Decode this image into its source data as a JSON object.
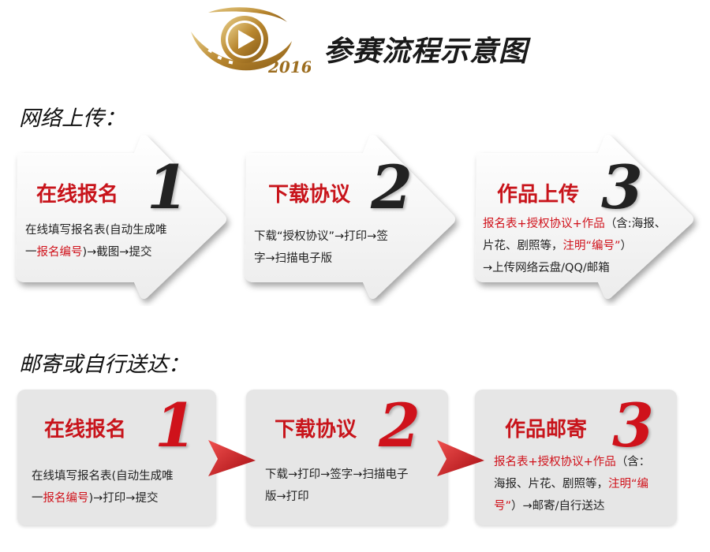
{
  "header": {
    "logo_year": "2016",
    "title": "参赛流程示意图"
  },
  "online": {
    "label": "网络上传：",
    "steps": [
      {
        "title": "在线报名",
        "number": "1",
        "desc_a": "在线填写报名表(自动生成唯",
        "desc_b": "一",
        "desc_b_red": "报名编号",
        "desc_c": ")→截图→提交"
      },
      {
        "title": "下载协议",
        "number": "2",
        "desc_a": "下载“授权协议”→打印→签",
        "desc_b": "字→扫描电子版"
      },
      {
        "title": "作品上传",
        "number": "3",
        "desc_a_red": "报名表+授权协议+作品",
        "desc_a": "（含:海报、",
        "desc_b": "片花、剧照等，",
        "desc_b_red": "注明“编号”",
        "desc_b2": "）",
        "desc_c": "→上传网络云盘/QQ/邮箱"
      }
    ]
  },
  "mail": {
    "label": "邮寄或自行送达：",
    "steps": [
      {
        "title": "在线报名",
        "number": "1",
        "desc_a": "在线填写报名表(自动生成唯",
        "desc_b": "一",
        "desc_b_red": "报名编号",
        "desc_c": ")→打印→提交"
      },
      {
        "title": "下载协议",
        "number": "2",
        "desc_a": "下载→打印→签字→扫描电子",
        "desc_b": "版→打印"
      },
      {
        "title": "作品邮寄",
        "number": "3",
        "desc_a_red": "报名表+授权协议+作品",
        "desc_a": "（含：",
        "desc_b": "海报、片花、剧照等，",
        "desc_b_red": "注明“编",
        "desc_c_red": "号”",
        "desc_c": "）→邮寄/自行送达"
      }
    ]
  }
}
